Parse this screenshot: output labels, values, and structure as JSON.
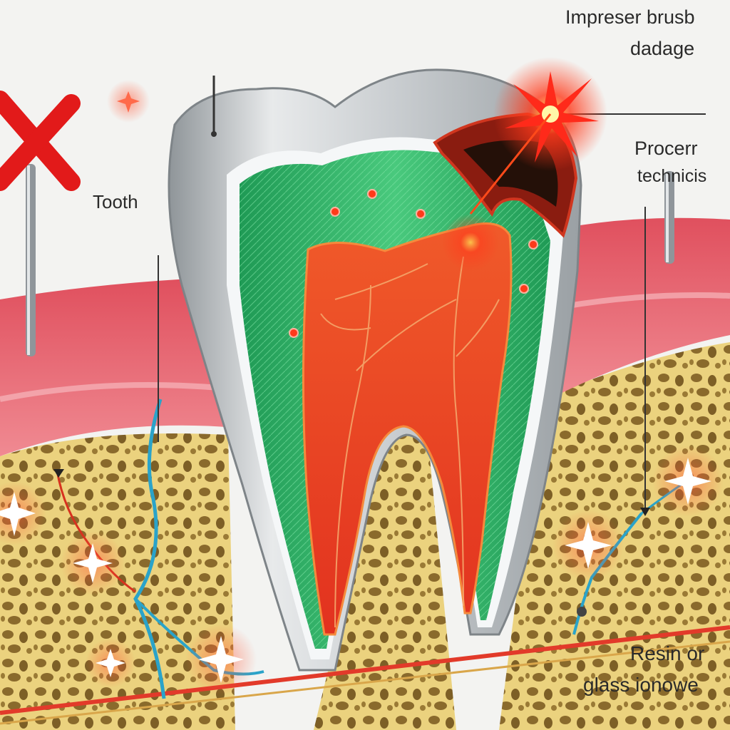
{
  "labels": {
    "impreser_brush": "Impreser brusb",
    "damage": "dadage",
    "proper": "Procerr",
    "technique": "technicis",
    "tooth": "Tooth",
    "resin": "Resin or",
    "glass": "glass ionowe"
  },
  "colors": {
    "background": "#f3f3f1",
    "enamel": "#cfd3d6",
    "dentin": "#34b26a",
    "pulp": "#e8452c",
    "gum": "#e36a75",
    "bone": "#e9d07c",
    "nerve": "#2aa3c9",
    "pain_marker": "#ff2a1a",
    "cross_mark": "#e21a1a"
  },
  "icons": {
    "wrong_mark": "cross-icon",
    "pain_spark": "star-burst-icon"
  }
}
